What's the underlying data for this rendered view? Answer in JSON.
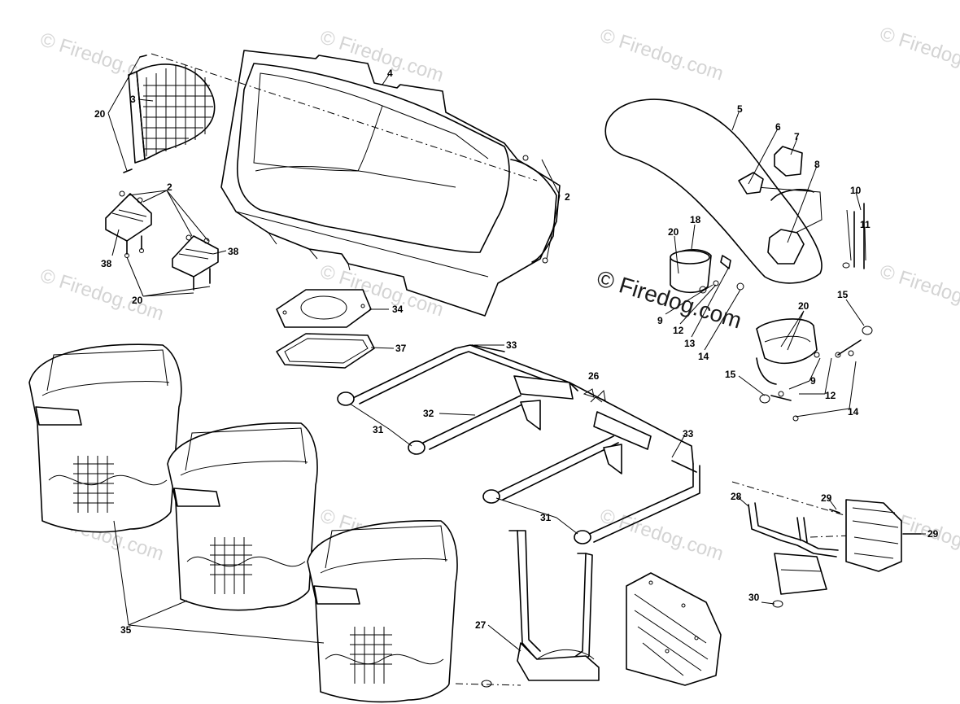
{
  "watermark": {
    "text": "© Firedog.com",
    "main_text": "© Firedog.com"
  },
  "callouts": [
    "20",
    "3",
    "4",
    "5",
    "6",
    "7",
    "8",
    "2",
    "2",
    "38",
    "38",
    "20",
    "18",
    "20",
    "9",
    "10",
    "11",
    "15",
    "20",
    "12",
    "13",
    "14",
    "34",
    "37",
    "33",
    "26",
    "9",
    "15",
    "12",
    "14",
    "32",
    "31",
    "33",
    "31",
    "28",
    "29",
    "29",
    "30",
    "27",
    "35"
  ]
}
